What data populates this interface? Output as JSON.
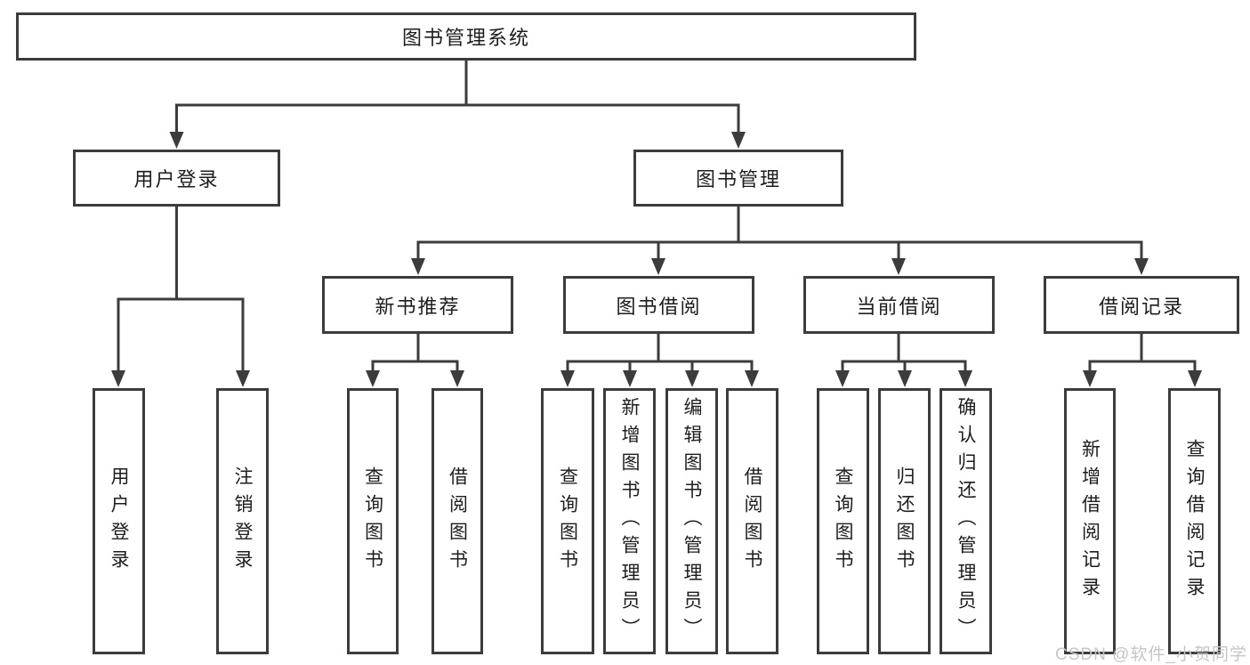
{
  "diagram": {
    "root": "图书管理系统",
    "level2": {
      "user_login": {
        "label": "用户登录",
        "leaves": [
          "用户登录",
          "注销登录"
        ]
      },
      "book_management": {
        "label": "图书管理"
      }
    },
    "level3": [
      {
        "label": "新书推荐",
        "leaves": [
          "查询图书",
          "借阅图书"
        ]
      },
      {
        "label": "图书借阅",
        "leaves": [
          "查询图书",
          "新增图书（管理员）",
          "编辑图书（管理员）",
          "借阅图书"
        ]
      },
      {
        "label": "当前借阅",
        "leaves": [
          "查询图书",
          "归还图书",
          "确认归还（管理员）"
        ]
      },
      {
        "label": "借阅记录",
        "leaves": [
          "新增借阅记录",
          "查询借阅记录"
        ]
      }
    ],
    "colors": {
      "line": "#3c3c3c",
      "text": "#1d1d1f",
      "watermark": "#c6c6c6"
    }
  },
  "watermark": "CSDN @软件_小贺同学"
}
